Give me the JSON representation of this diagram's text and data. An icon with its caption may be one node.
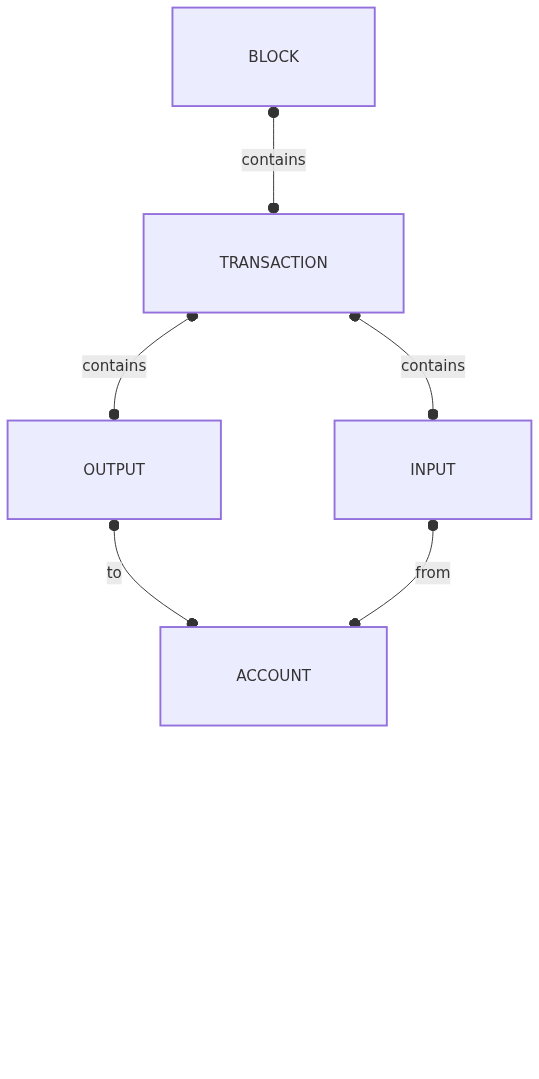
{
  "diagram": {
    "nodes": [
      {
        "text": [
          "BLOCK"
        ]
      },
      {
        "text": [
          "TRANSACTION"
        ]
      },
      {
        "text": [
          "OUTPUT"
        ]
      },
      {
        "text": [
          "INPUT"
        ]
      },
      {
        "text": [
          "ACCOUNT"
        ]
      }
    ],
    "edges": [
      {
        "from": 0,
        "to": 1,
        "arrow": "other",
        "label": "contains"
      },
      {
        "from": 1,
        "to": 2,
        "arrow": "other",
        "label": "contains"
      },
      {
        "from": 1,
        "to": 3,
        "arrow": "other",
        "label": "contains"
      },
      {
        "from": 2,
        "to": 4,
        "arrow": "other",
        "label": "to"
      },
      {
        "from": 3,
        "to": 4,
        "arrow": "other",
        "label": "from"
      }
    ]
  }
}
